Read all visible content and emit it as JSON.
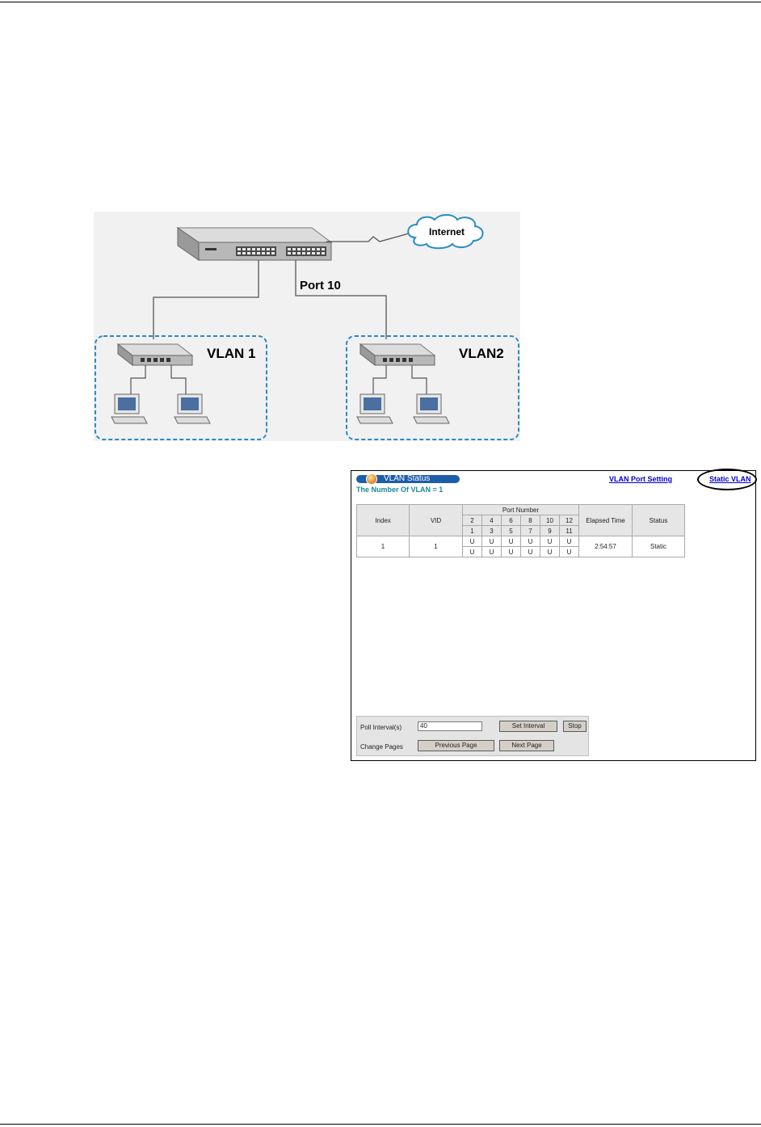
{
  "diagram": {
    "internet_label": "Internet",
    "port_label": "Port 10",
    "vlan1_label": "VLAN 1",
    "vlan2_label": "VLAN2"
  },
  "screen": {
    "title": "VLAN Status",
    "vlan_count": "The Number Of VLAN = 1",
    "links": {
      "port_setting": "VLAN Port Setting",
      "static_vlan": "Static VLAN"
    },
    "table": {
      "headers": {
        "index": "Index",
        "vid": "VID",
        "port_number": "Port Number",
        "elapsed": "Elapsed Time",
        "status": "Status"
      },
      "even_ports": [
        "2",
        "4",
        "6",
        "8",
        "10",
        "12"
      ],
      "odd_ports": [
        "1",
        "3",
        "5",
        "7",
        "9",
        "11"
      ],
      "rows": [
        {
          "index": "1",
          "vid": "1",
          "even": [
            "U",
            "U",
            "U",
            "U",
            "U",
            "U"
          ],
          "odd": [
            "U",
            "U",
            "U",
            "U",
            "U",
            "U"
          ],
          "elapsed": "2:54:57",
          "status": "Static"
        }
      ]
    },
    "controls": {
      "poll_label": "Poll Interval(s)",
      "poll_value": "40",
      "set_interval": "Set Interval",
      "stop": "Stop",
      "change_pages": "Change Pages",
      "previous": "Previous Page",
      "next": "Next Page"
    }
  }
}
